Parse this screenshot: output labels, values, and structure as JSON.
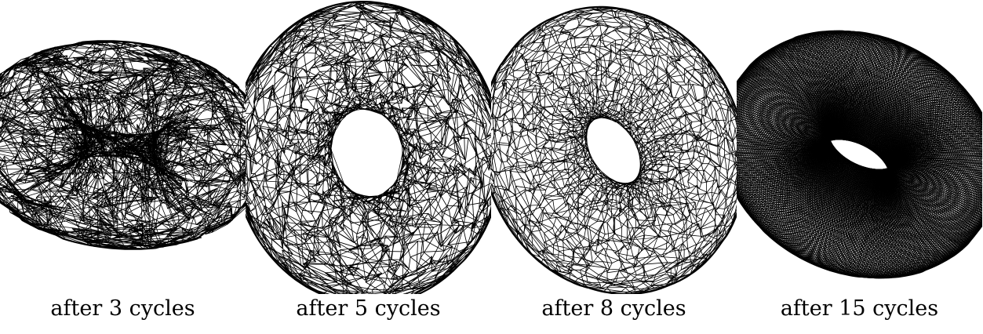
{
  "figure": {
    "line_color": "#000000",
    "background": "#ffffff",
    "panels": [
      {
        "caption": "after 3 cycles",
        "cycles": 3
      },
      {
        "caption": "after 5 cycles",
        "cycles": 5
      },
      {
        "caption": "after 8 cycles",
        "cycles": 8
      },
      {
        "caption": "after 15 cycles",
        "cycles": 15
      }
    ]
  }
}
